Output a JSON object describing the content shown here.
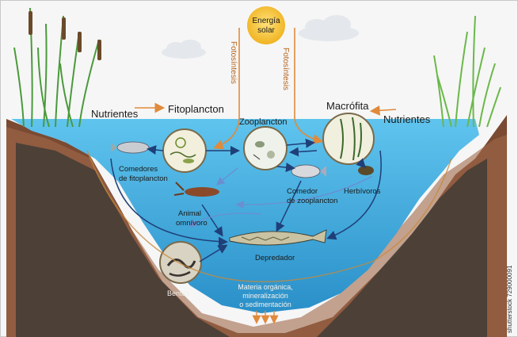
{
  "labels": {
    "sun": [
      "Energía",
      "solar"
    ],
    "photo_left": "Fotosíntesis",
    "photo_right": "Fotosíntesis",
    "nutrients_left": "Nutrientes",
    "nutrients_right": "Nutrientes",
    "phytoplankton": "Fitoplancton",
    "zooplankton": "Zooplancton",
    "macrophyte": "Macrófita",
    "phyto_eaters": [
      "Comedores",
      "de fitoplancton"
    ],
    "zoo_eater": [
      "Comedor",
      "de zooplancton"
    ],
    "herbivores": "Herbívoros",
    "omnivore": [
      "Animal",
      "omnívoro"
    ],
    "predator": "Depredador",
    "benthos": "Bentos",
    "organic_matter": [
      "Materia orgánica,",
      "mineralización",
      "o sedimentación"
    ],
    "watermark": "shutterstock 729000091"
  },
  "colors": {
    "water": "#4bb8e6",
    "water_deep": "#2f9ad0",
    "soil": "#7a4a32",
    "soil_dark": "#3e3a35",
    "sun": "#f2c12e",
    "arrow_orange": "#e08a3c",
    "arrow_blue": "#1f5fa8",
    "plant": "#4a9a3a"
  }
}
